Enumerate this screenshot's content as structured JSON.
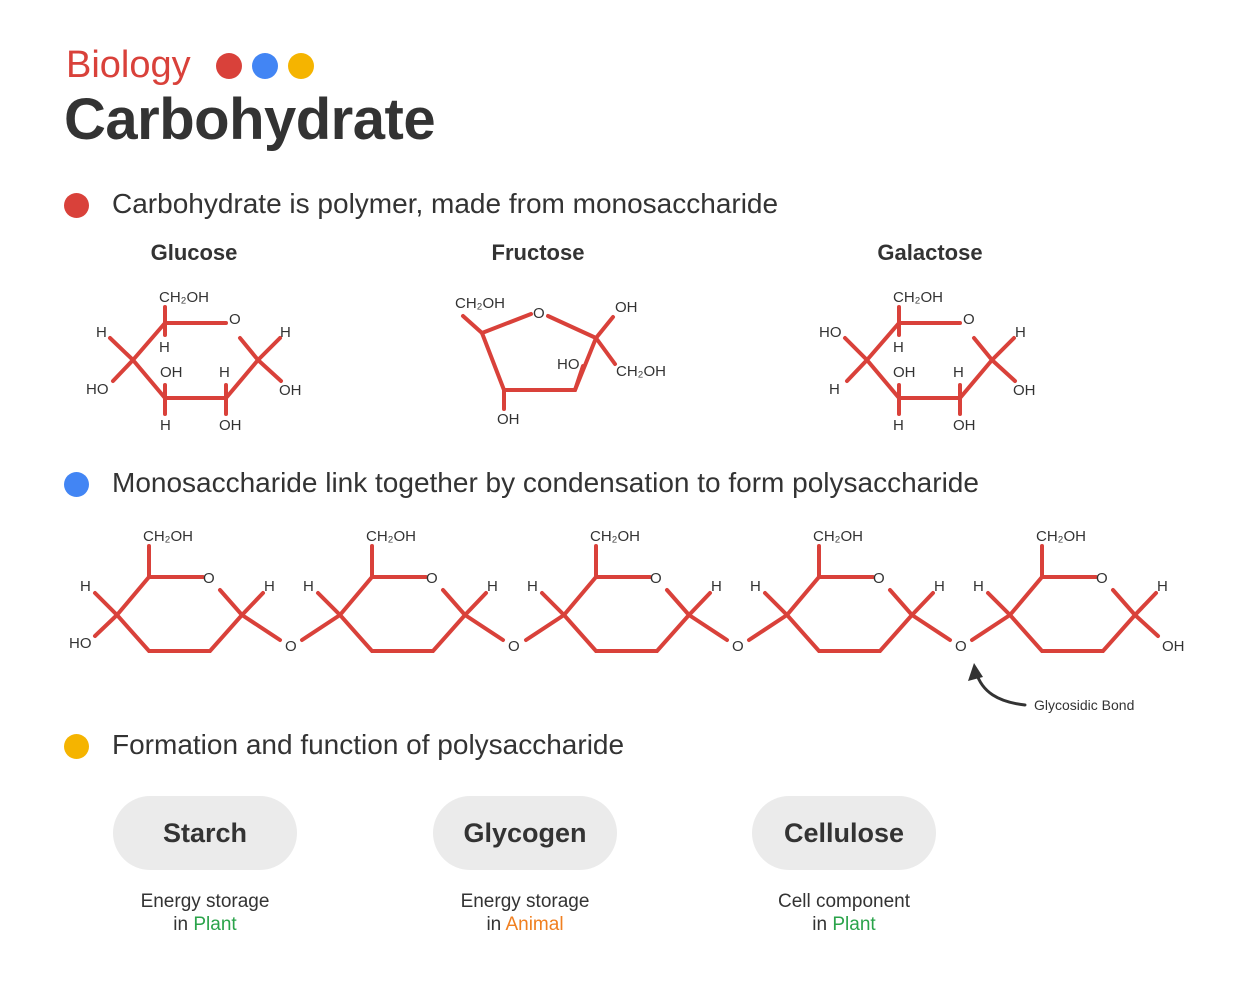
{
  "header": {
    "subject": "Biology",
    "title": "Carbohydrate",
    "dot_colors": [
      "#d9413a",
      "#4285f4",
      "#f5b400"
    ]
  },
  "sections": [
    {
      "heading": "Carbohydrate is polymer, made from monosaccharide",
      "color": "#d9413a"
    },
    {
      "heading": "Monosaccharide link together by condensation to form polysaccharide",
      "color": "#4285f4"
    },
    {
      "heading": "Formation and function of polysaccharide",
      "color": "#f5b400"
    }
  ],
  "monosaccharides": [
    {
      "name": "Glucose"
    },
    {
      "name": "Fructose"
    },
    {
      "name": "Galactose"
    }
  ],
  "chem_labels": {
    "ch2oh": "CH₂OH",
    "o": "O",
    "h": "H",
    "oh": "OH",
    "ho": "HO"
  },
  "glycosidic_bond_label": "Glycosidic Bond",
  "bond_color": "#d9413a",
  "polysaccharides": [
    {
      "name": "Starch",
      "line1": "Energy storage",
      "prefix": "in",
      "organism": "Plant",
      "organism_color": "#2aa34a"
    },
    {
      "name": "Glycogen",
      "line1": "Energy storage",
      "prefix": "in",
      "organism": "Animal",
      "organism_color": "#f07f20"
    },
    {
      "name": "Cellulose",
      "line1": "Cell component",
      "prefix": "in",
      "organism": "Plant",
      "organism_color": "#2aa34a"
    }
  ]
}
